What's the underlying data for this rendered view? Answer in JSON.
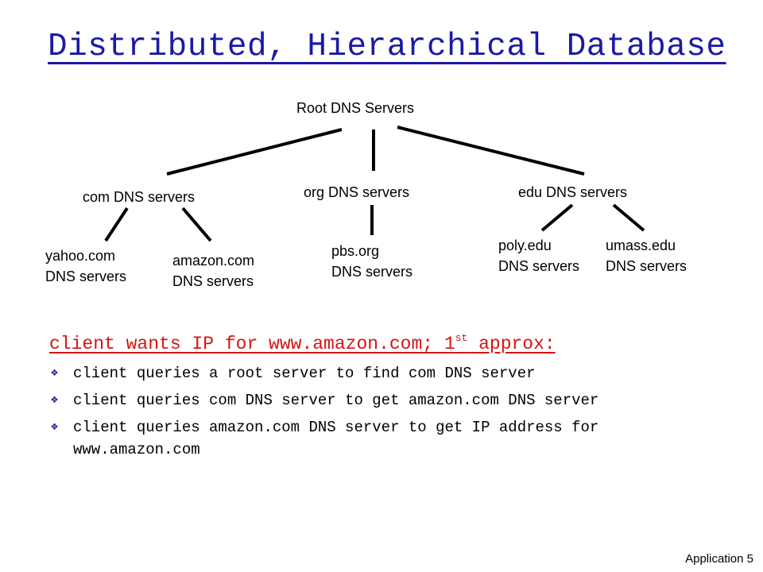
{
  "title": "Distributed, Hierarchical Database",
  "tree": {
    "root": "Root DNS Servers",
    "tld": {
      "com": "com DNS servers",
      "org": "org DNS servers",
      "edu": "edu DNS servers"
    },
    "leaves": {
      "yahoo": {
        "line1": "yahoo.com",
        "line2": "DNS servers"
      },
      "amazon": {
        "line1": "amazon.com",
        "line2": "DNS servers"
      },
      "pbs": {
        "line1": "pbs.org",
        "line2": "DNS servers"
      },
      "poly": {
        "line1": "poly.edu",
        "line2": "DNS servers"
      },
      "umass": {
        "line1": "umass.edu",
        "line2": "DNS servers"
      }
    }
  },
  "example": {
    "heading": "client wants IP for www.amazon.com; 1",
    "heading_sup": "st",
    "heading_tail": " approx:",
    "bullets": [
      "client queries a root server to find com DNS server",
      "client queries com DNS server to get amazon.com DNS server",
      "client queries amazon.com DNS server to get  IP address for www.amazon.com"
    ]
  },
  "footer": {
    "section": "Application",
    "page": "5"
  },
  "colors": {
    "title": "#1a1aa6",
    "heading": "#d51515",
    "bullet_icon": "diamond-bullet-icon"
  }
}
